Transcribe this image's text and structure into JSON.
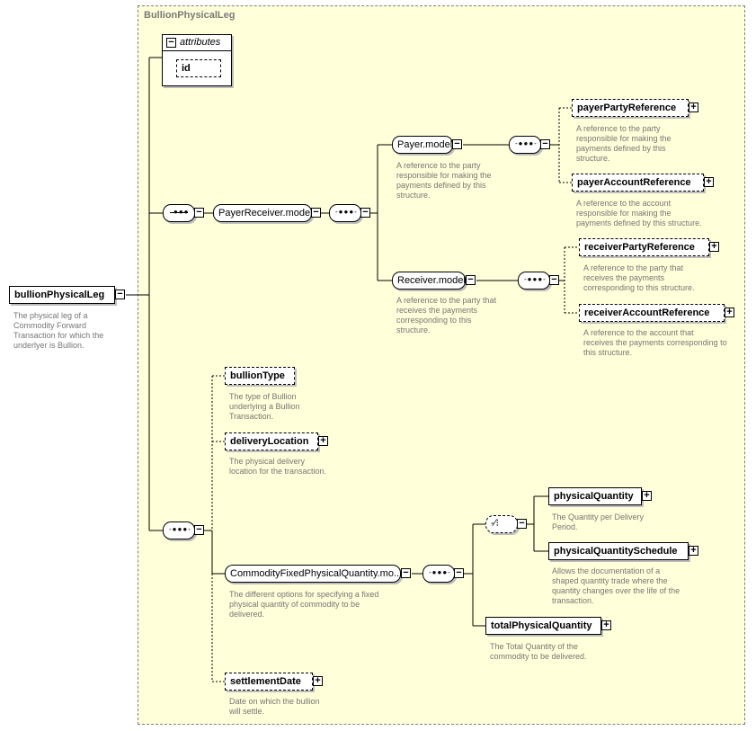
{
  "group": {
    "title": "BullionPhysicalLeg"
  },
  "attributes": {
    "label": "attributes",
    "id": "id"
  },
  "root": {
    "name": "bullionPhysicalLeg",
    "doc": "The physical leg of a\nCommodity Forward\nTransaction for which the\nunderlyer is Bullion."
  },
  "payerReceiverModel": {
    "name": "PayerReceiver.model"
  },
  "payerModel": {
    "name": "Payer.model",
    "doc": "A reference to the party\nresponsible for making the\npayments defined by this\nstructure."
  },
  "payerPartyReference": {
    "name": "payerPartyReference",
    "doc": "A reference to the party\nresponsible for making the\npayments defined by this\nstructure."
  },
  "payerAccountReference": {
    "name": "payerAccountReference",
    "doc": "A reference to the account\nresponsible for making the\npayments defined by this structure."
  },
  "receiverModel": {
    "name": "Receiver.model",
    "doc": "A reference to the party that\nreceives the payments\ncorresponding to this\nstructure."
  },
  "receiverPartyReference": {
    "name": "receiverPartyReference",
    "doc": "A reference to the party that\nreceives the payments\ncorresponding to this structure."
  },
  "receiverAccountReference": {
    "name": "receiverAccountReference",
    "doc": "A reference to the account that\nreceives the payments corresponding to\nthis structure."
  },
  "bullionType": {
    "name": "bullionType",
    "doc": "The type of Bullion\nunderlying a Bullion\nTransaction."
  },
  "deliveryLocation": {
    "name": "deliveryLocation",
    "doc": "The physical delivery\nlocation for the transaction."
  },
  "commodityFixedPhysicalQuantityModel": {
    "name": "CommodityFixedPhysicalQuantity.mo...",
    "doc": "The different options for specifying a fixed\nphysical quantity of commodity to be\ndelivered."
  },
  "physicalQuantity": {
    "name": "physicalQuantity",
    "doc": "The Quantity per Delivery\nPeriod."
  },
  "physicalQuantitySchedule": {
    "name": "physicalQuantitySchedule",
    "doc": "Allows the documentation of a\nshaped quantity trade where the\nquantity changes over the life of the\ntransaction."
  },
  "totalPhysicalQuantity": {
    "name": "totalPhysicalQuantity",
    "doc": "The Total Quantity of the\ncommodity to be delivered."
  },
  "settlementDate": {
    "name": "settlementDate",
    "doc": "Date on which the bullion\nwill settle."
  },
  "symbols": {
    "minus": "−",
    "plus": "+"
  }
}
